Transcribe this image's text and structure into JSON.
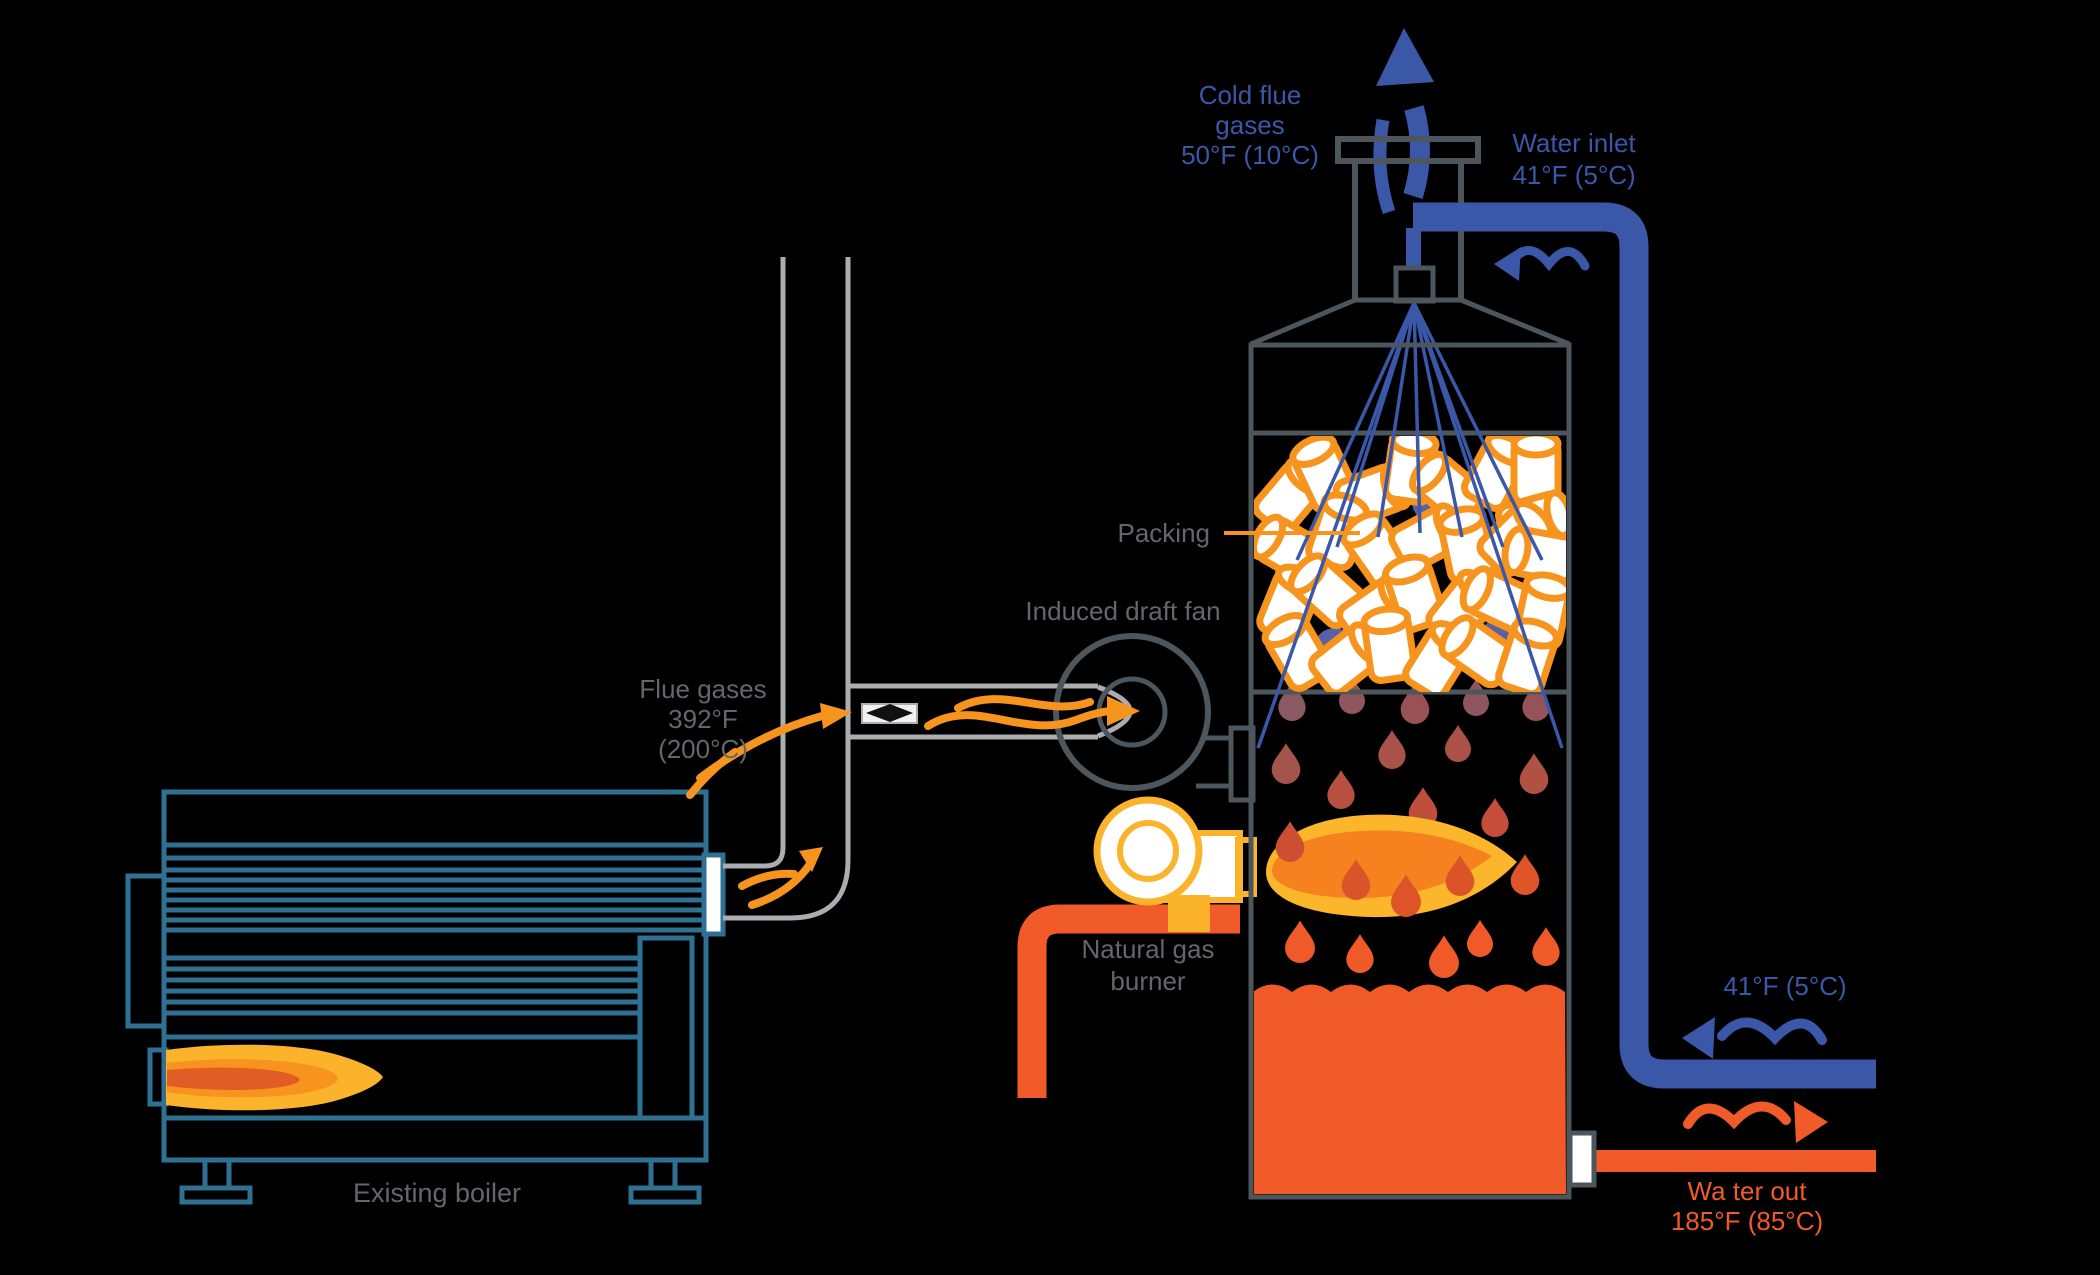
{
  "diagram": {
    "title_context": "Flue gas heat recovery system diagram",
    "labels": {
      "cold_flue_gases": {
        "line1": "Cold flue",
        "line2": "gases",
        "line3": "50°F (10°C)"
      },
      "water_inlet": {
        "line1": "Water inlet",
        "line2": "41°F (5°C)"
      },
      "flue_gases": {
        "line1": "Flue gases",
        "line2": "392°F",
        "line3": "(200°C)"
      },
      "induced_draft_fan": "Induced draft fan",
      "packing": "Packing",
      "natural_gas_burner": {
        "line1": "Natural gas",
        "line2": "burner"
      },
      "existing_boiler": "Existing boiler",
      "water_return": "41°F (5°C)",
      "water_out": {
        "line1": "Wa ter out",
        "line2": "185°F (85°C)"
      }
    },
    "colors": {
      "background": "#000000",
      "water_blue": "#3A57A8",
      "boiler_blue": "#2E7193",
      "column_gray": "#4C565C",
      "duct_gray": "#ABADB0",
      "label_gray": "#646669",
      "flow_orange": "#F7941D",
      "hot_orange_red": "#F15A29",
      "burner_gold": "#FBB32C",
      "flame_outer": "#FCB62C",
      "flame_inner": "#F5821F",
      "droplet_warm_top": "#8A5964",
      "droplet_warm_bottom": "#F05A28",
      "packing_white": "#FFFFFF",
      "wet_packing_blue": "#5661A6"
    }
  }
}
